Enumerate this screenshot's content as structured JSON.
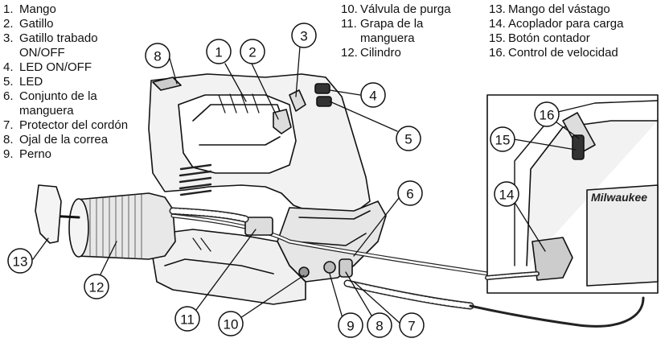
{
  "legend": {
    "left": [
      {
        "n": "1.",
        "label": "Mango"
      },
      {
        "n": "2.",
        "label": "Gatillo"
      },
      {
        "n": "3.",
        "label": "Gatillo trabado\nON/OFF"
      },
      {
        "n": "4.",
        "label": "LED ON/OFF"
      },
      {
        "n": "5.",
        "label": "LED"
      },
      {
        "n": "6.",
        "label": "Conjunto de la\nmanguera"
      },
      {
        "n": "7.",
        "label": "Protector del cordón"
      },
      {
        "n": "8.",
        "label": "Ojal de la correa"
      },
      {
        "n": "9.",
        "label": "Perno"
      }
    ],
    "middle": [
      {
        "n": "10.",
        "label": "Válvula de purga"
      },
      {
        "n": "11.",
        "label": "Grapa de la\nmanguera"
      },
      {
        "n": "12.",
        "label": "Cilindro"
      }
    ],
    "right": [
      {
        "n": "13.",
        "label": "Mango del vástago"
      },
      {
        "n": "14.",
        "label": "Acoplador para carga"
      },
      {
        "n": "15.",
        "label": "Botón contador"
      },
      {
        "n": "16.",
        "label": "Control de velocidad"
      }
    ]
  },
  "callouts": [
    "1",
    "2",
    "3",
    "4",
    "5",
    "6",
    "7",
    "8",
    "9",
    "10",
    "11",
    "12",
    "13",
    "14",
    "15",
    "16",
    "8"
  ],
  "brand_mark": "Milwaukee"
}
